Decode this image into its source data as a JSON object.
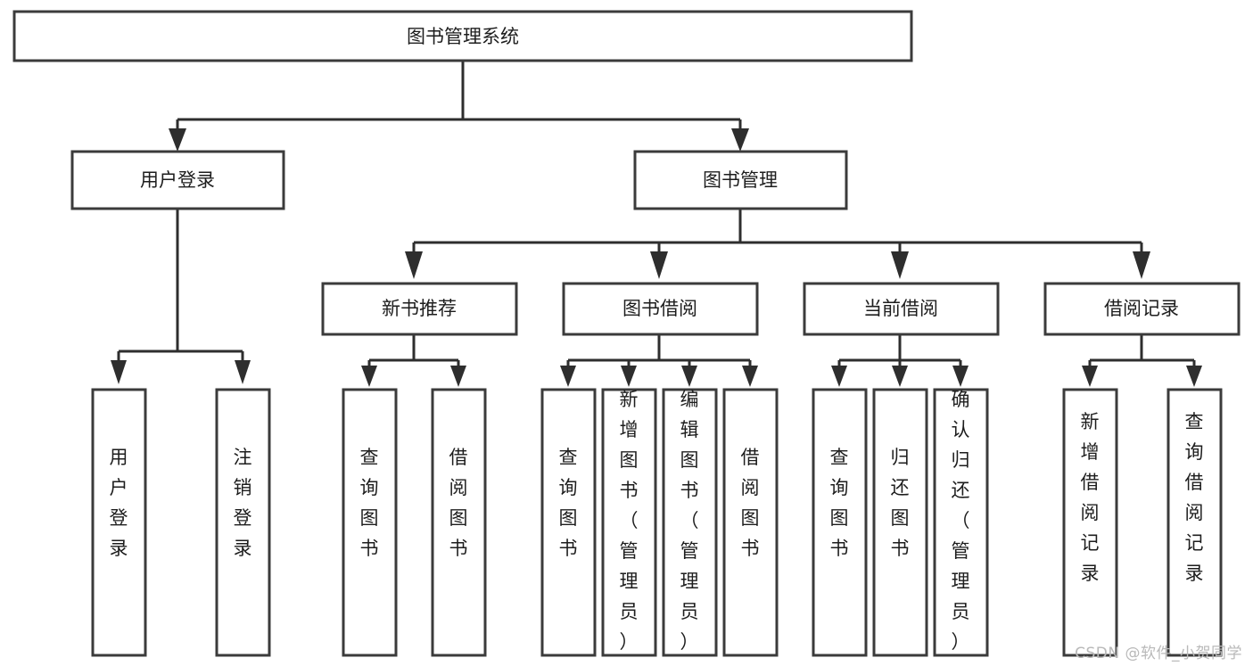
{
  "diagram": {
    "type": "tree",
    "title": "图书管理系统",
    "root": {
      "id": "root",
      "label": "图书管理系统"
    },
    "level1": [
      {
        "id": "user-login",
        "label": "用户登录"
      },
      {
        "id": "book-management",
        "label": "图书管理"
      }
    ],
    "level2": [
      {
        "id": "new-book-recommend",
        "label": "新书推荐",
        "parent": "book-management"
      },
      {
        "id": "book-borrow",
        "label": "图书借阅",
        "parent": "book-management"
      },
      {
        "id": "current-borrow",
        "label": "当前借阅",
        "parent": "book-management"
      },
      {
        "id": "borrow-record",
        "label": "借阅记录",
        "parent": "book-management"
      }
    ],
    "leaves": {
      "user-login": [
        {
          "id": "leaf-user-login",
          "label": "用户登录"
        },
        {
          "id": "leaf-logout-login",
          "label": "注销登录"
        }
      ],
      "new-book-recommend": [
        {
          "id": "leaf-query-book-1",
          "label": "查询图书"
        },
        {
          "id": "leaf-borrow-book-1",
          "label": "借阅图书"
        }
      ],
      "book-borrow": [
        {
          "id": "leaf-query-book-2",
          "label": "查询图书"
        },
        {
          "id": "leaf-add-book",
          "label": "新增图书（管理员）"
        },
        {
          "id": "leaf-edit-book",
          "label": "编辑图书（管理员）"
        },
        {
          "id": "leaf-borrow-book-2",
          "label": "借阅图书"
        }
      ],
      "current-borrow": [
        {
          "id": "leaf-query-book-3",
          "label": "查询图书"
        },
        {
          "id": "leaf-return-book",
          "label": "归还图书"
        },
        {
          "id": "leaf-confirm-return",
          "label": "确认归还（管理员）"
        }
      ],
      "borrow-record": [
        {
          "id": "leaf-add-record",
          "label": "新增借阅记录"
        },
        {
          "id": "leaf-query-record",
          "label": "查询借阅记录"
        }
      ]
    },
    "colors": {
      "background": "#ffffff",
      "box_fill": "#ffffff",
      "box_border": "#3b3b3b",
      "connector": "#2e2e2e",
      "text": "#1d1d1d",
      "watermark": "#b9b9b9"
    }
  },
  "watermark": {
    "text": "CSDN @软件_小贺同学"
  }
}
